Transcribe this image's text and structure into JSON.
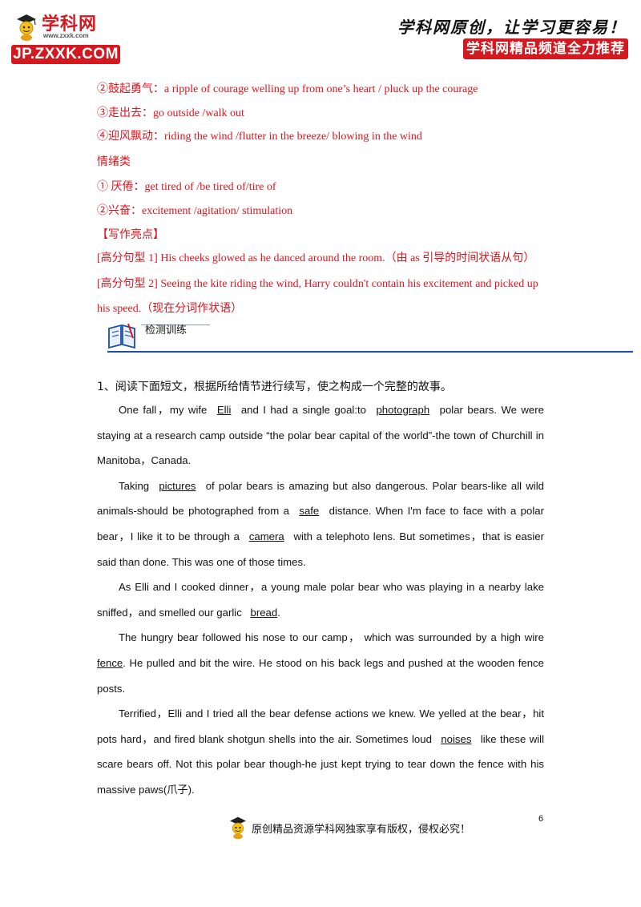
{
  "header": {
    "logo_name": "学科网",
    "logo_url": "www.zxxk.com",
    "logo_badge": "JP.ZXXK.COM",
    "slogan": "学科网原创，让学习更容易！",
    "promo": "学科网精品频道全力推荐"
  },
  "notes": [
    "②鼓起勇气：a ripple of courage welling up from one’s heart / pluck up the courage",
    "③走出去：go outside /walk out",
    "④迎风飘动：riding the wind /flutter in the breeze/ blowing in the wind",
    "情绪类",
    "① 厌倦：get tired of /be tired of/tire of",
    "②兴奋：excitement /agitation/ stimulation",
    "【写作亮点】",
    "[高分句型 1] His cheeks glowed as he danced around the room.（由 as 引导的时间状语从句）",
    "[高分句型 2] Seeing the kite riding the wind, Harry couldn't contain his excitement and picked up",
    "his speed.（现在分词作状语）"
  ],
  "section": {
    "title": "检测训练"
  },
  "task": "1、阅读下面短文，根据所给情节进行续写，使之构成一个完整的故事。",
  "passage": {
    "p1": {
      "a": "One fall，my wife ",
      "u1": "Elli",
      "b": " and I had a single goal:to ",
      "u2": "photograph",
      "c": " polar bears. We were staying at a research camp outside “the polar bear capital of the world”-the town of Churchill in Manitoba，Canada."
    },
    "p2": {
      "a": "Taking ",
      "u1": "pictures",
      "b": " of polar bears is amazing but also dangerous. Polar bears-like all wild animals-should be photographed from a ",
      "u2": "safe",
      "c": " distance. When I'm face to face with a polar bear，I like it to be through a ",
      "u3": "camera",
      "d": " with a telephoto lens. But sometimes，that is easier said than done. This was one of those times."
    },
    "p3": {
      "a": "As Elli and I cooked dinner，a young male polar bear who was playing in a nearby lake sniffed，and smelled our garlic ",
      "u1": "bread",
      "b": "."
    },
    "p4": {
      "a": "The hungry bear followed his nose to our camp， which was surrounded by a high wire ",
      "u1": "fence",
      "b": ". He pulled and bit the wire. He stood on his back legs and pushed at the wooden fence posts."
    },
    "p5": {
      "a": "Terrified，Elli and I tried all the bear defense actions we knew. We yelled at the bear，hit pots hard，and fired blank shotgun shells into the air. Sometimes loud ",
      "u1": "noises",
      "b": " like these will scare bears off. Not this polar bear though-he just kept trying to tear down the fence with his massive paws(爪子)."
    }
  },
  "page_number": "6",
  "footer": "原创精品资源学科网独家享有版权，侵权必究！",
  "colors": {
    "red": "#e0141c",
    "blue_rule": "#1f4fa0",
    "badge_red": "#d31920"
  }
}
